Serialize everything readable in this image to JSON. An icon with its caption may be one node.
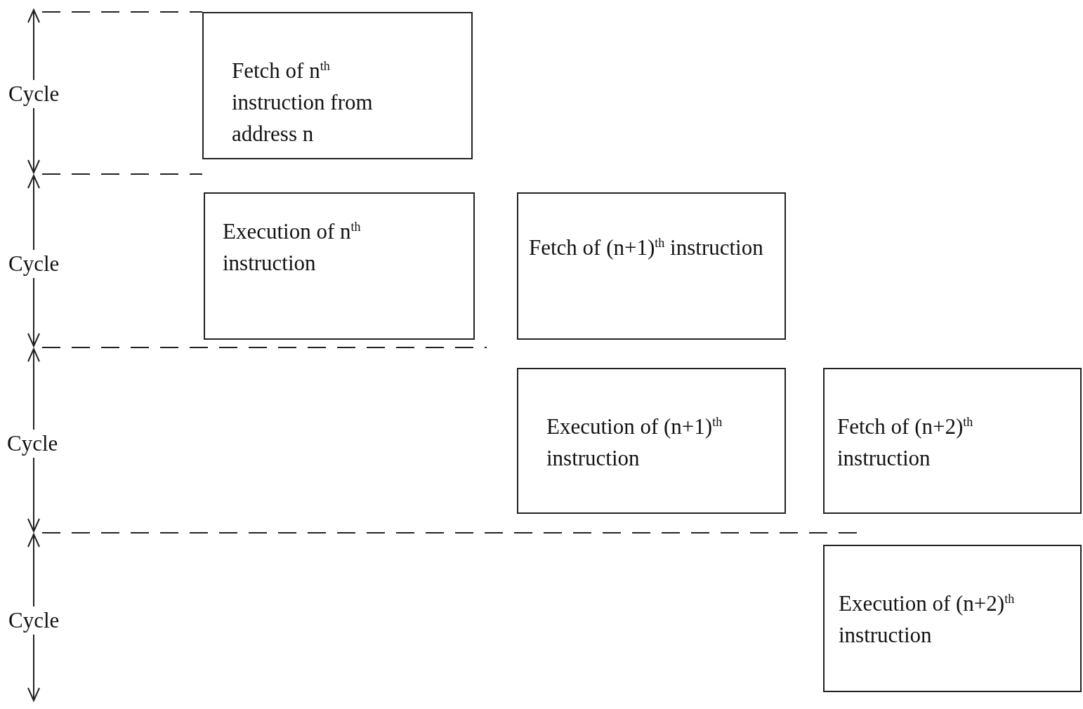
{
  "diagram": {
    "nodes": [
      {
        "text": [
          "Fetch of n$^{th}$ instruction from address n"
        ]
      },
      {
        "text": [
          "Execution of n$^{th}$ instruction"
        ]
      },
      {
        "text": [
          "Fetch of (n+1)$^{th}$ instruction"
        ]
      },
      {
        "text": [
          "Execution of (n+1)$^{th}$ instruction"
        ]
      },
      {
        "text": [
          "Fetch of (n+2)$^{th}$ instruction"
        ]
      },
      {
        "text": [
          "Execution of (n+2)$^{th}$ instruction"
        ]
      }
    ],
    "labels": [
      "Cycle",
      "Cycle",
      "Cycle",
      "Cycle"
    ]
  }
}
